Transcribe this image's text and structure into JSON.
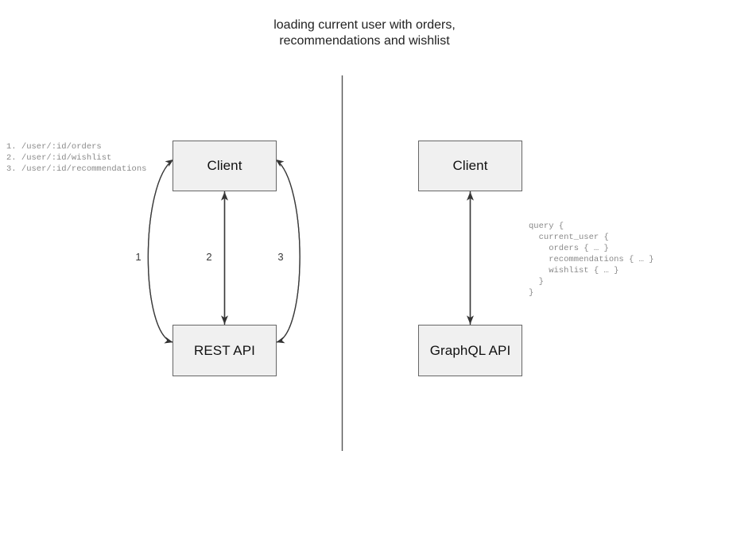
{
  "title": "loading current user with orders,\nrecommendations and wishlist",
  "divider": {
    "name": "vertical-divider",
    "color": "#555555"
  },
  "rest_side": {
    "client_label": "Client",
    "api_label": "REST API",
    "endpoints": "1. /user/:id/orders\n2. /user/:id/wishlist\n3. /user/:id/recommendations",
    "edge_labels": [
      "1",
      "2",
      "3"
    ]
  },
  "graphql_side": {
    "client_label": "Client",
    "api_label": "GraphQL API",
    "query": "query {\n  current_user {\n    orders { … }\n    recommendations { … }\n    wishlist { … }\n  }\n}"
  },
  "colors": {
    "box_fill": "#f0f0f0",
    "box_border": "#666666",
    "edge_stroke": "#444444",
    "code_text": "#8a8a8a",
    "title_text": "#222222"
  }
}
